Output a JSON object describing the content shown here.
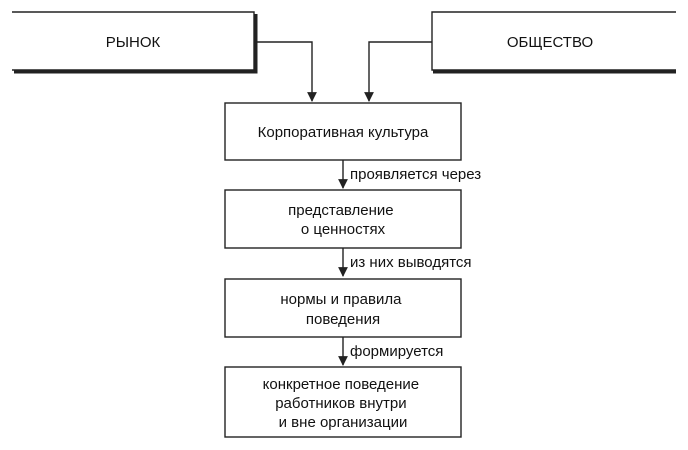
{
  "nodes": {
    "market": {
      "lines": [
        "РЫНОК"
      ]
    },
    "society": {
      "lines": [
        "ОБЩЕСТВО"
      ]
    },
    "culture": {
      "lines": [
        "Корпоративная культура"
      ]
    },
    "values": {
      "lines": [
        "представление",
        "о ценностях"
      ]
    },
    "norms": {
      "lines": [
        "нормы и правила",
        "поведения"
      ]
    },
    "behavior": {
      "lines": [
        "конкретное поведение",
        "работников внутри",
        "и вне организации"
      ]
    }
  },
  "edges": {
    "culture_to_values": "проявляется через",
    "values_to_norms": "из них выводятся",
    "norms_to_behavior": "формируется"
  }
}
